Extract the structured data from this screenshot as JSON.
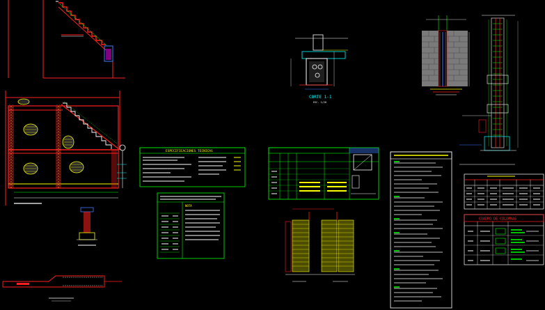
{
  "drawing": {
    "background": "#000000",
    "colors": {
      "red": "#ff1f1f",
      "yellow": "#ffff00",
      "green": "#00ff00",
      "cyan": "#00ffff",
      "white": "#ffffff",
      "blue": "#3a7bff",
      "magenta": "#ff00ff",
      "grey": "#8a8a8a"
    },
    "labels": {
      "section_cut": "CORTE 1-1",
      "section_scale": "ESC. 1/20",
      "table_structural_title": "ESPECIFICACIONES TECNICAS",
      "table_columns_heading": "CUADRO DE COLUMNAS",
      "table_notes_heading": "NOTA"
    },
    "icons": {
      "rebar_symbol": "rebar-section-icon",
      "brick_pattern": "brick-hatch-icon"
    }
  }
}
